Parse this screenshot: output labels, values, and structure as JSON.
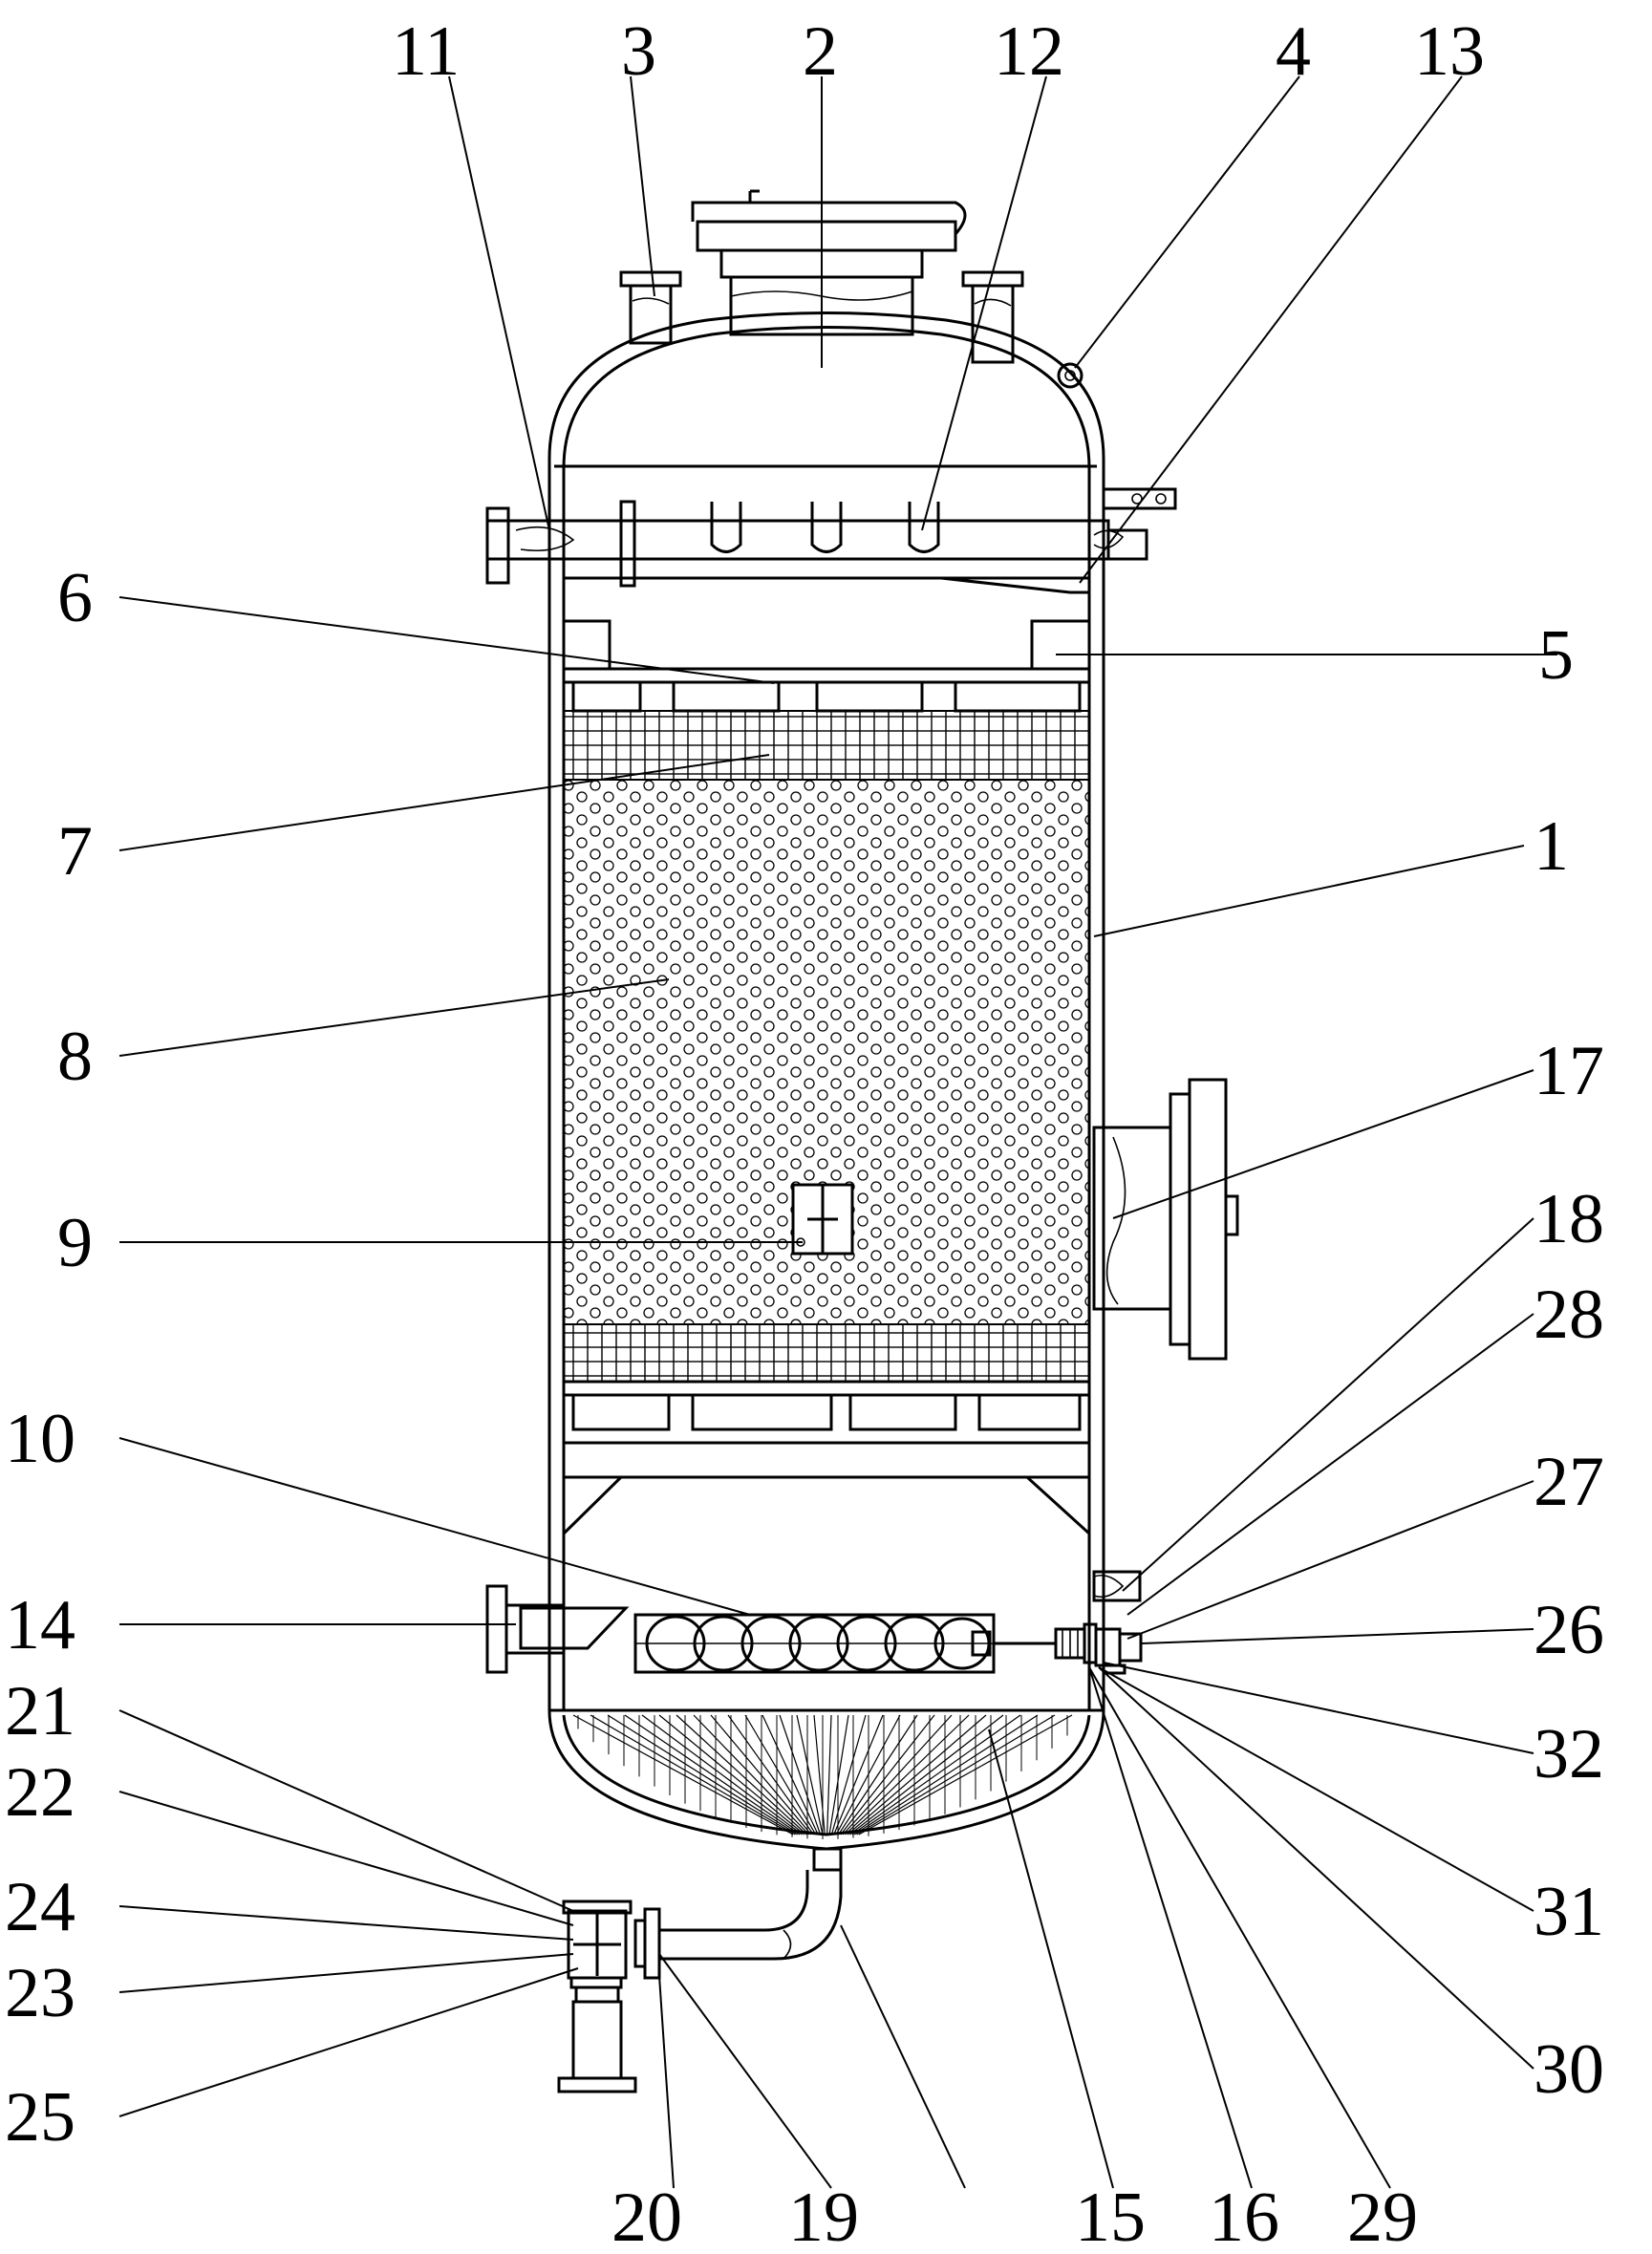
{
  "figure": {
    "labels": {
      "l1": "1",
      "l2": "2",
      "l3": "3",
      "l4": "4",
      "l5": "5",
      "l6": "6",
      "l7": "7",
      "l8": "8",
      "l9": "9",
      "l10": "10",
      "l11": "11",
      "l12": "12",
      "l13": "13",
      "l14": "14",
      "l15": "15",
      "l16": "16",
      "l17": "17",
      "l18": "18",
      "l19": "19",
      "l20": "20",
      "l21": "21",
      "l22": "22",
      "l23": "23",
      "l24": "24",
      "l25": "25",
      "l26": "26",
      "l27": "27",
      "l28": "28",
      "l29": "29",
      "l30": "30",
      "l31": "31",
      "l32": "32"
    },
    "colors": {
      "line": "#000000",
      "background": "#ffffff"
    }
  }
}
